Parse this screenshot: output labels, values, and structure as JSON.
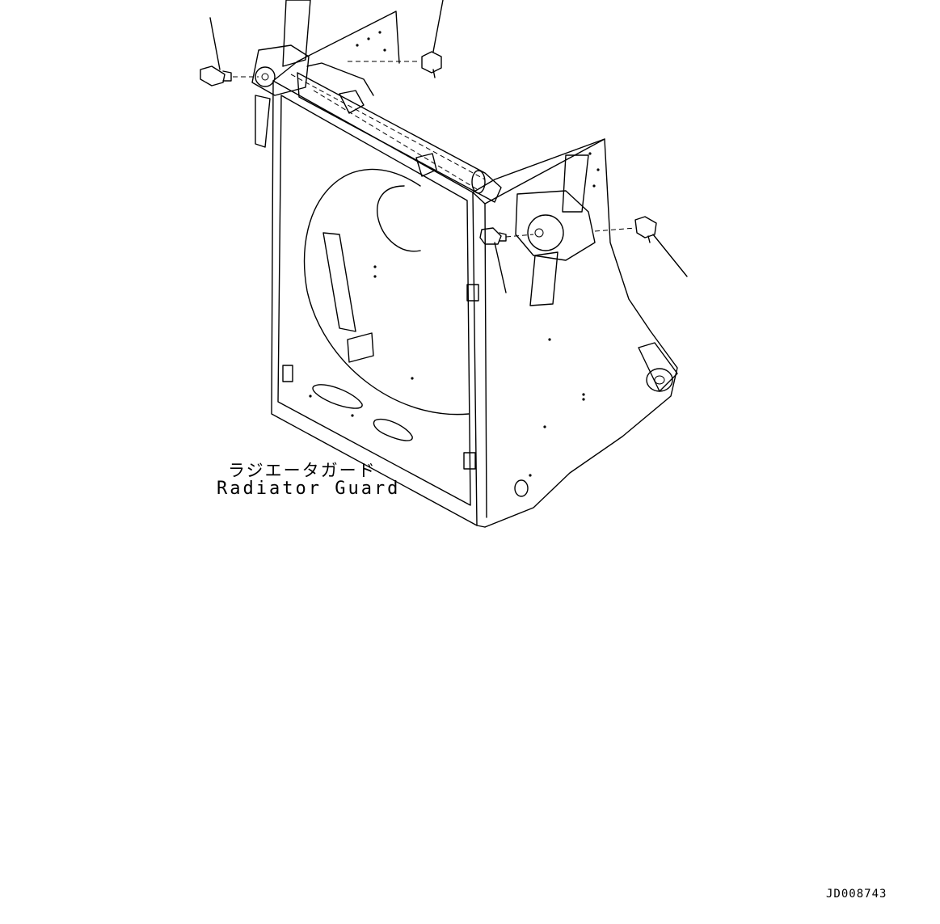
{
  "callout": {
    "label_jp": "ラジエータガード",
    "label_en": "Radiator Guard"
  },
  "drawing_code": "JD008743",
  "parts": [
    {
      "name": "grease-fitting",
      "position": "upper-left"
    },
    {
      "name": "grease-fitting",
      "position": "upper-middle"
    },
    {
      "name": "grease-fitting",
      "position": "right-center"
    },
    {
      "name": "grease-fitting",
      "position": "far-right"
    }
  ]
}
